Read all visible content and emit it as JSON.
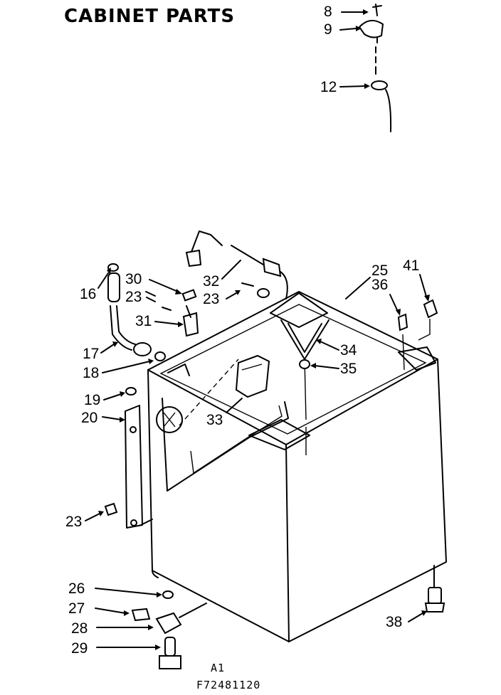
{
  "title": "CABINET PARTS",
  "figure_code": "A1",
  "part_number_ref": "F72481120",
  "callouts": [
    {
      "id": "c8",
      "label": "8"
    },
    {
      "id": "c9",
      "label": "9"
    },
    {
      "id": "c12",
      "label": "12"
    },
    {
      "id": "c16",
      "label": "16"
    },
    {
      "id": "c30",
      "label": "30"
    },
    {
      "id": "c23a",
      "label": "23"
    },
    {
      "id": "c32",
      "label": "32"
    },
    {
      "id": "c23b",
      "label": "23"
    },
    {
      "id": "c25",
      "label": "25"
    },
    {
      "id": "c41",
      "label": "41"
    },
    {
      "id": "c36",
      "label": "36"
    },
    {
      "id": "c31",
      "label": "31"
    },
    {
      "id": "c17",
      "label": "17"
    },
    {
      "id": "c34",
      "label": "34"
    },
    {
      "id": "c18",
      "label": "18"
    },
    {
      "id": "c35",
      "label": "35"
    },
    {
      "id": "c19",
      "label": "19"
    },
    {
      "id": "c20",
      "label": "20"
    },
    {
      "id": "c33",
      "label": "33"
    },
    {
      "id": "c23c",
      "label": "23"
    },
    {
      "id": "c26",
      "label": "26"
    },
    {
      "id": "c27",
      "label": "27"
    },
    {
      "id": "c28",
      "label": "28"
    },
    {
      "id": "c38",
      "label": "38"
    },
    {
      "id": "c29",
      "label": "29"
    }
  ]
}
